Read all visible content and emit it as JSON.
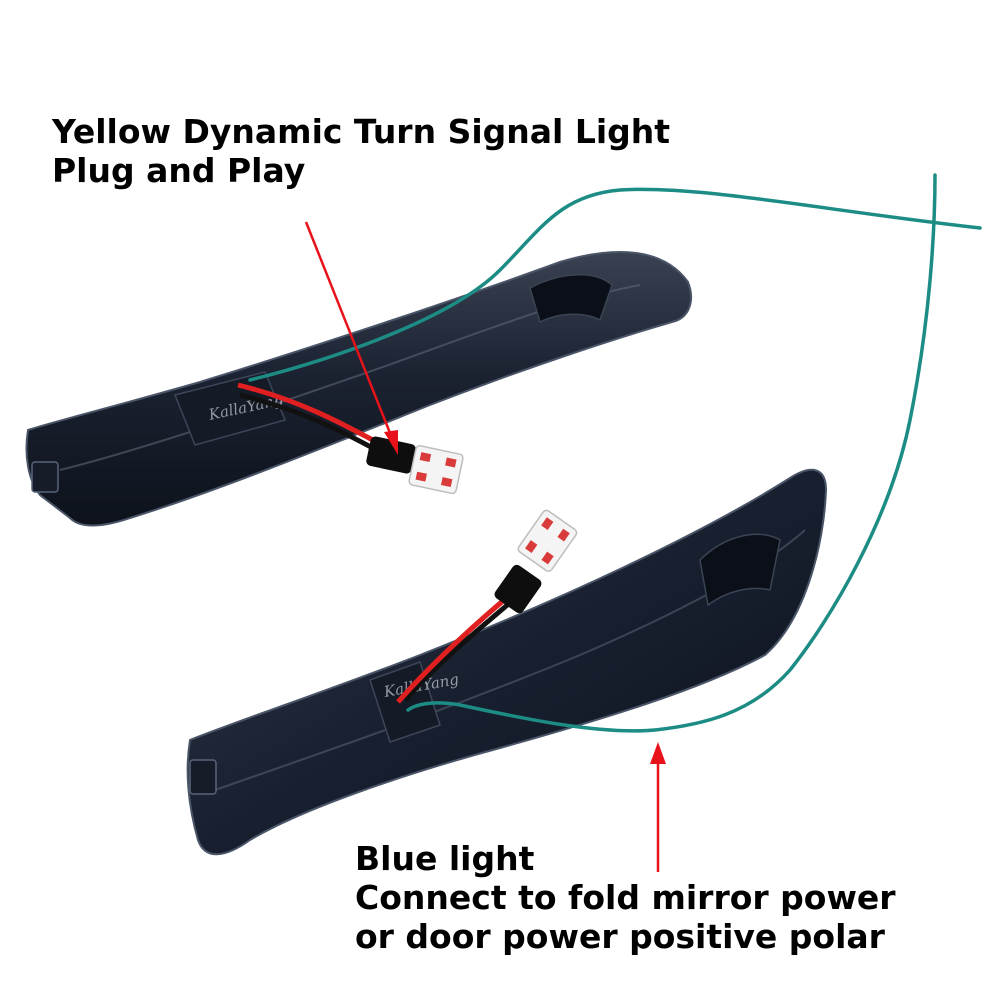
{
  "annotations": {
    "top": {
      "line1": "Yellow Dynamic Turn Signal Light",
      "line2": "Plug and Play"
    },
    "bottom": {
      "line1": "Blue light",
      "line2": "Connect to fold mirror power",
      "line3": "or door power positive polar"
    }
  },
  "watermark": "KallaYang",
  "colors": {
    "housing": "#1b2433",
    "housing_edge": "#4a5568",
    "wire_blue": "#1c8c84",
    "wire_red": "#e02020",
    "wire_black": "#111111",
    "arrow": "#e8121b",
    "bulb_pad": "#d93a3a",
    "bulb_body": "#f4f4f4"
  }
}
